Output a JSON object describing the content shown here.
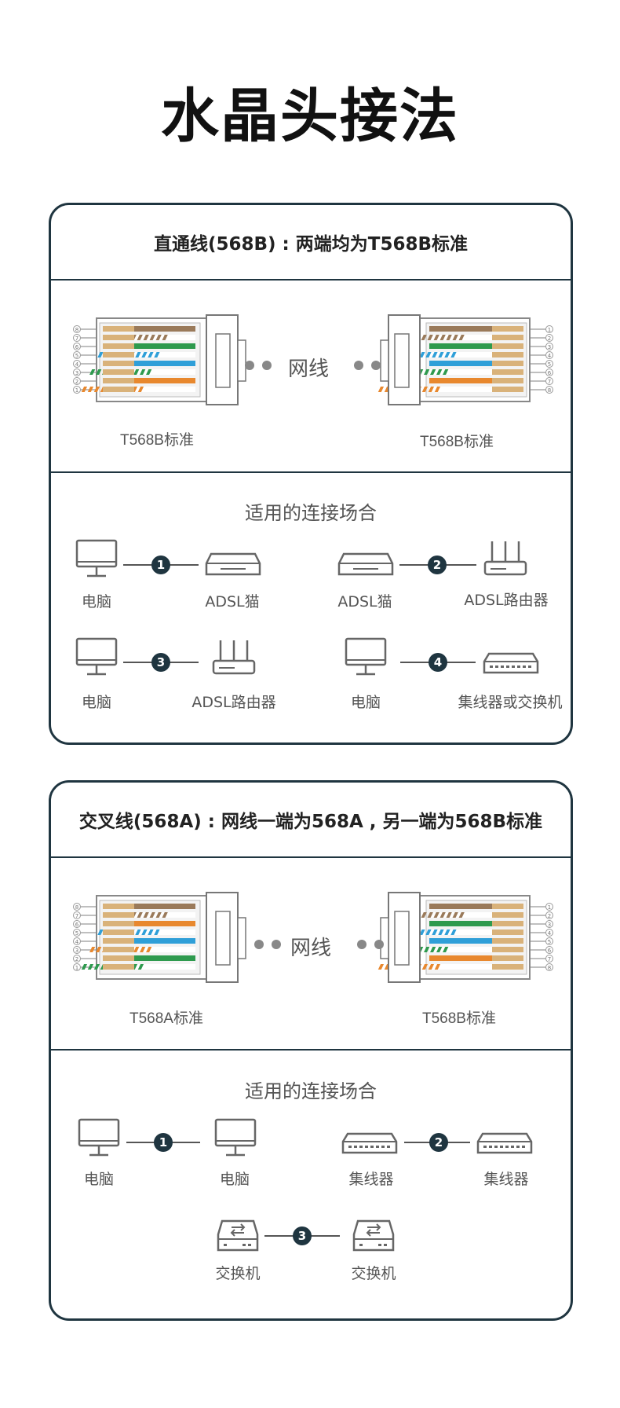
{
  "page_title": "水晶头接法",
  "sections": [
    {
      "header": "直通线(568B) : 两端均为T568B标准",
      "left_standard": "T568B标准",
      "right_standard": "T568B标准",
      "cable_label": "网线",
      "uses_title": "适用的连接场合",
      "connections": [
        {
          "num": "1",
          "a": "电脑",
          "b": "ADSL猫"
        },
        {
          "num": "2",
          "a": "ADSL猫",
          "b": "ADSL路由器"
        },
        {
          "num": "3",
          "a": "电脑",
          "b": "ADSL路由器"
        },
        {
          "num": "4",
          "a": "电脑",
          "b": "集线器或交换机"
        }
      ]
    },
    {
      "header": "交叉线(568A) : 网线一端为568A , 另一端为568B标准",
      "left_standard": "T568A标准",
      "right_standard": "T568B标准",
      "cable_label": "网线",
      "uses_title": "适用的连接场合",
      "connections": [
        {
          "num": "1",
          "a": "电脑",
          "b": "电脑"
        },
        {
          "num": "2",
          "a": "集线器",
          "b": "集线器"
        },
        {
          "num": "3",
          "a": "交换机",
          "b": "交换机"
        }
      ]
    }
  ],
  "pin_numbers": [
    "1",
    "2",
    "3",
    "4",
    "5",
    "6",
    "7",
    "8"
  ],
  "colors": {
    "border": "#1f3540",
    "orange": "#e8882e",
    "green": "#2e9a4e",
    "blue": "#2f9fd8",
    "brown": "#9a7a5a",
    "tan": "#d9b27a"
  }
}
